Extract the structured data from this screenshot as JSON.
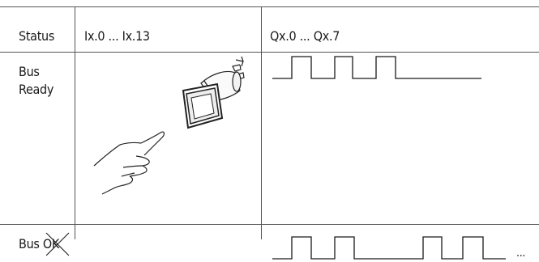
{
  "header": {
    "status": "Status",
    "inputs": "Ix.0 ... Ix.13",
    "outputs": "Qx.0 ... Qx.7"
  },
  "rows": {
    "bus_ready": {
      "line1": "Bus",
      "line2": "Ready"
    },
    "bus_not_ok": {
      "word": "Bus",
      "struck": "OK"
    }
  },
  "trailing_ellipsis": "...",
  "colors": {
    "ink": "#1a1a1a",
    "grid": "#555555",
    "lamp_fill": "#eeeeee"
  },
  "illustrations": [
    "pushbutton-lamp-icon",
    "pointing-hand-icon"
  ]
}
